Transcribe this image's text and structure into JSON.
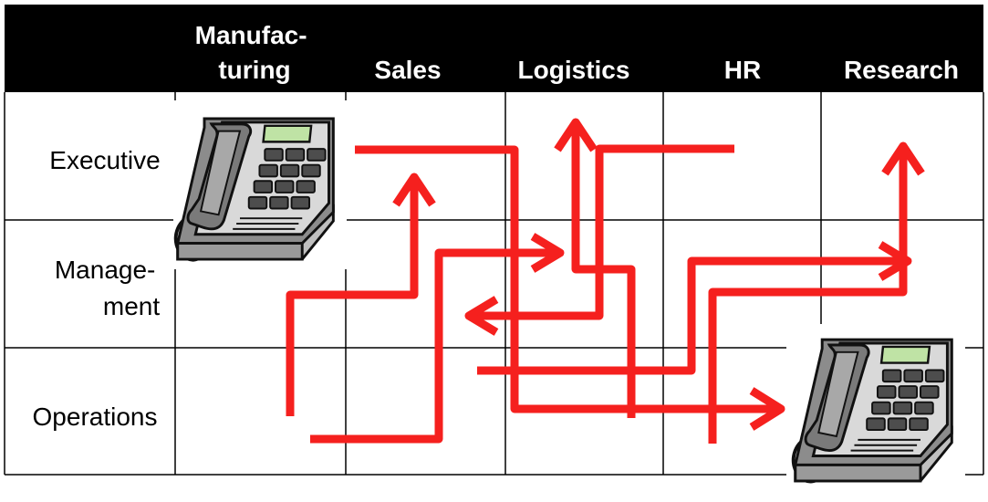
{
  "columns": [
    "Manufac-\nturing",
    "Sales",
    "Logistics",
    "HR",
    "Research"
  ],
  "rows": [
    "Executive",
    "Manage-\nment",
    "Operations"
  ],
  "colors": {
    "header_bg": "#000000",
    "header_text": "#ffffff",
    "grid": "#000000",
    "arrows": "#f5201e"
  },
  "icons": {
    "top_left": "desk-telephone-icon",
    "bottom_right": "desk-telephone-icon"
  }
}
